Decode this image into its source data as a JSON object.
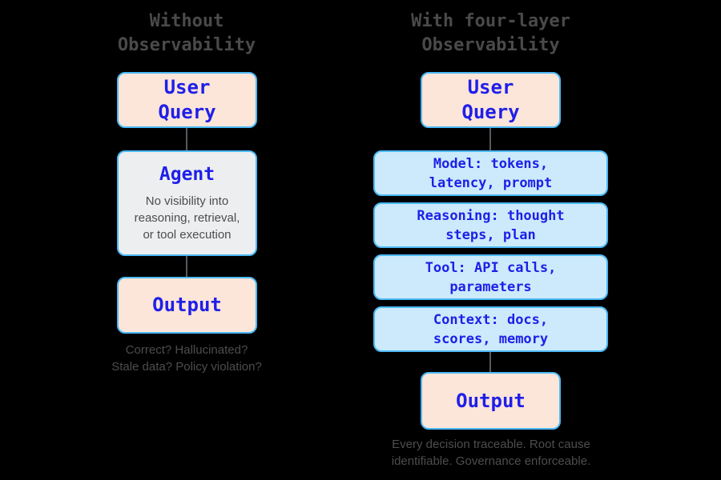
{
  "colors": {
    "background": "#000000",
    "box_border": "#4cb9f5",
    "peach_fill": "#fce5d9",
    "blue_fill": "#cceafb",
    "gray_fill": "#eceef0",
    "title_text": "#4a4a4a",
    "node_text": "#1f1fe8",
    "caption_text": "#4d4d4d",
    "connector": "#555a5f"
  },
  "left": {
    "title": "Without\nObservability",
    "user_query": "User\nQuery",
    "agent_title": "Agent",
    "agent_body": "No visibility into\nreasoning, retrieval,\nor tool execution",
    "output": "Output",
    "caption": "Correct? Hallucinated?\nStale data? Policy violation?"
  },
  "right": {
    "title": "With four-layer\nObservability",
    "user_query": "User\nQuery",
    "layers": [
      {
        "label": "Model: tokens,\nlatency, prompt"
      },
      {
        "label": "Reasoning: thought\nsteps, plan"
      },
      {
        "label": "Tool: API calls,\nparameters"
      },
      {
        "label": "Context: docs,\nscores, memory"
      }
    ],
    "output": "Output",
    "caption": "Every decision traceable. Root cause\nidentifiable. Governance enforceable."
  }
}
